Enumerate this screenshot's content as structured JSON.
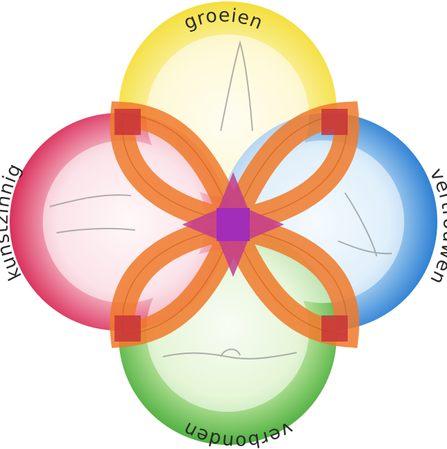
{
  "labels": {
    "top": "groeien",
    "right": "vertrouwen",
    "bottom": "verbonden",
    "left": "kunstzinnig"
  },
  "colors": {
    "yellow": "#f4e04a",
    "blue": "#2f86d6",
    "green": "#5cb84a",
    "red": "#d9385f",
    "orange": "#f07a2a",
    "center": "#b03db5",
    "ink": "#2a2a2a"
  }
}
